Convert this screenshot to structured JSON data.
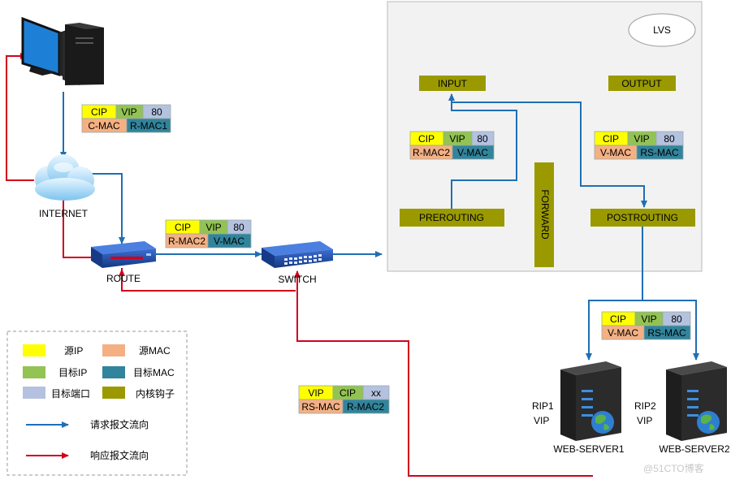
{
  "colors": {
    "src_ip": "#ffff00",
    "dst_ip": "#92c353",
    "dst_port": "#b4c2e0",
    "src_mac": "#f4b083",
    "dst_mac": "#31849b",
    "hook": "#9a9a00",
    "request": "#1f6fb5",
    "response": "#d0021b"
  },
  "lvs": {
    "title": "LVS"
  },
  "hooks": {
    "input": "INPUT",
    "output": "OUTPUT",
    "prerouting": "PREROUTING",
    "forward": "FORWARD",
    "postrouting": "POSTROUTING"
  },
  "devices": {
    "internet": "INTERNET",
    "route": "ROUTE",
    "switch": "SWITCH",
    "server1": "WEB-SERVER1",
    "server2": "WEB-SERVER2",
    "server1_ip": [
      "RIP1",
      "VIP"
    ],
    "server2_ip": [
      "RIP2",
      "VIP"
    ]
  },
  "packets": {
    "client": {
      "row1": [
        "CIP",
        "VIP",
        "80"
      ],
      "row2": [
        "C-MAC",
        "R-MAC1"
      ]
    },
    "route_out": {
      "row1": [
        "CIP",
        "VIP",
        "80"
      ],
      "row2": [
        "R-MAC2",
        "V-MAC"
      ]
    },
    "lvs_in": {
      "row1": [
        "CIP",
        "VIP",
        "80"
      ],
      "row2": [
        "R-MAC2",
        "V-MAC"
      ]
    },
    "lvs_out": {
      "row1": [
        "CIP",
        "VIP",
        "80"
      ],
      "row2": [
        "V-MAC",
        "RS-MAC"
      ]
    },
    "to_server": {
      "row1": [
        "CIP",
        "VIP",
        "80"
      ],
      "row2": [
        "V-MAC",
        "RS-MAC"
      ]
    },
    "reply": {
      "row1": [
        "VIP",
        "CIP",
        "xx"
      ],
      "row2": [
        "RS-MAC",
        "R-MAC2"
      ]
    }
  },
  "legend": {
    "src_ip": "源IP",
    "src_mac": "源MAC",
    "dst_ip": "目标IP",
    "dst_mac": "目标MAC",
    "dst_port": "目标端口",
    "hook": "内核钩子",
    "request": "请求报文流向",
    "response": "响应报文流向"
  },
  "watermark": "@51CTO博客"
}
